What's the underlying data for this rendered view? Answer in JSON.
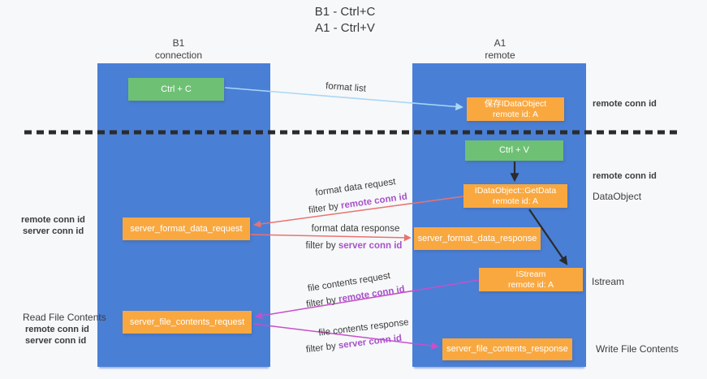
{
  "title": {
    "line1": "B1 - Ctrl+C",
    "line2": "A1 - Ctrl+V"
  },
  "lanes": {
    "left": {
      "title": "B1",
      "subtitle": "connection"
    },
    "right": {
      "title": "A1",
      "subtitle": "remote"
    }
  },
  "nodes": {
    "ctrl_c": {
      "label": "Ctrl + C"
    },
    "save_dataobject": {
      "line1": "保存IDataObject",
      "line2": "remote id: A"
    },
    "ctrl_v": {
      "label": "Ctrl + V"
    },
    "getdata": {
      "line1": "IDataObject::GetData",
      "line2": "remote id: A"
    },
    "server_format_data_request": {
      "label": "server_format_data_request"
    },
    "server_format_data_response": {
      "label": "server_format_data_response"
    },
    "istream": {
      "line1": "IStream",
      "line2": "remote id: A"
    },
    "server_file_contents_request": {
      "label": "server_file_contents_request"
    },
    "server_file_contents_response": {
      "label": "server_file_contents_response"
    }
  },
  "flows": {
    "format_list": {
      "label": "format list"
    },
    "format_data_request": {
      "label": "format data request",
      "filter_prefix": "filter by",
      "filter_key": "remote conn id"
    },
    "format_data_response": {
      "label": "format data response",
      "filter_prefix": "filter by",
      "filter_key": "server conn id"
    },
    "file_contents_request": {
      "label": "file contents request",
      "filter_prefix": "filter by",
      "filter_key": "remote conn id"
    },
    "file_contents_response": {
      "label": "file contents response",
      "filter_prefix": "filter by",
      "filter_key": "server conn id"
    }
  },
  "annotations": {
    "right_remote_conn_id_top": "remote conn id",
    "right_remote_conn_id_mid": "remote conn id",
    "dataobject": "DataObject",
    "istream": "Istream",
    "write_file_contents": "Write File Contents",
    "left_remote_conn_id_top": "remote conn id",
    "left_server_conn_id_top": "server conn id",
    "read_file_contents": "Read File Contents",
    "left_remote_conn_id_bottom": "remote conn id",
    "left_server_conn_id_bottom": "server conn id"
  },
  "colors": {
    "lane_blue": "#4a7fd6",
    "box_green": "#6ec174",
    "box_orange": "#f9a840",
    "arrow_light_blue": "#a9d7f5",
    "arrow_red": "#e87470",
    "arrow_magenta": "#c84fc8",
    "arrow_black": "#2b2b2b",
    "text_purple": "#a653c9",
    "text_green": "#5cb860"
  }
}
